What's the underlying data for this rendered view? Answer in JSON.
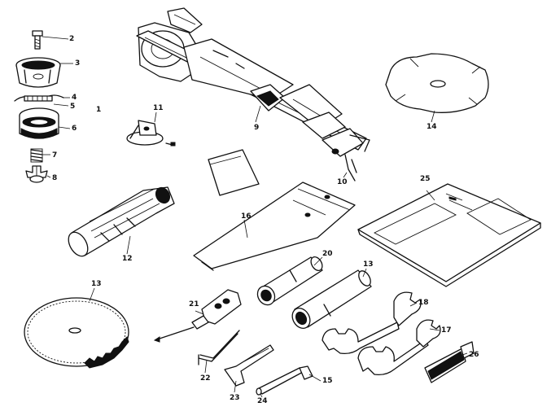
{
  "callouts": [
    {
      "id": "c1",
      "text": "1"
    },
    {
      "id": "c2",
      "text": "2"
    },
    {
      "id": "c3",
      "text": "3"
    },
    {
      "id": "c4",
      "text": "4"
    },
    {
      "id": "c5",
      "text": "5"
    },
    {
      "id": "c6",
      "text": "6"
    },
    {
      "id": "c7",
      "text": "7"
    },
    {
      "id": "c8",
      "text": "8"
    },
    {
      "id": "c9",
      "text": "9"
    },
    {
      "id": "c10",
      "text": "10"
    },
    {
      "id": "c11",
      "text": "11"
    },
    {
      "id": "c12",
      "text": "12"
    },
    {
      "id": "c13a",
      "text": "13"
    },
    {
      "id": "c13b",
      "text": "13"
    },
    {
      "id": "c14",
      "text": "14"
    },
    {
      "id": "c15",
      "text": "15"
    },
    {
      "id": "c16",
      "text": "16"
    },
    {
      "id": "c17",
      "text": "17"
    },
    {
      "id": "c18",
      "text": "18"
    },
    {
      "id": "c20",
      "text": "20"
    },
    {
      "id": "c21",
      "text": "21"
    },
    {
      "id": "c22",
      "text": "22"
    },
    {
      "id": "c23",
      "text": "23"
    },
    {
      "id": "c24",
      "text": "24"
    },
    {
      "id": "c25",
      "text": "25"
    },
    {
      "id": "c26",
      "text": "26"
    }
  ]
}
